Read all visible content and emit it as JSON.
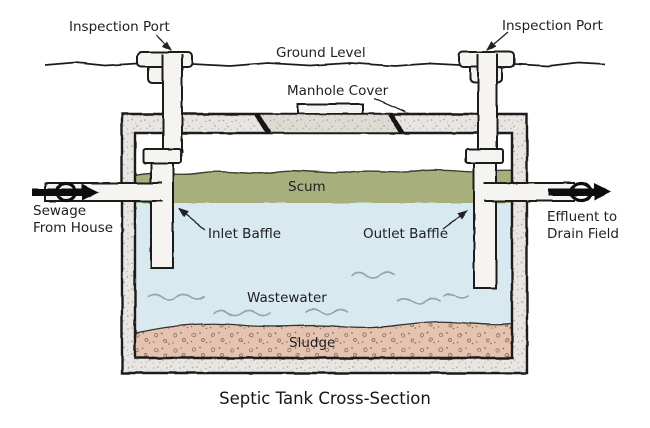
{
  "figure": {
    "title": "Septic Tank Cross-Section"
  },
  "labels": {
    "inspection_port_left": "Inspection Port",
    "inspection_port_right": "Inspection Port",
    "ground_level": "Ground Level",
    "manhole_cover": "Manhole Cover",
    "scum": "Scum",
    "inlet_baffle": "Inlet Baffle",
    "outlet_baffle": "Outlet Baffle",
    "sewage_source_line1": "Sewage",
    "sewage_source_line2": "From House",
    "wastewater": "Wastewater",
    "sludge": "Sludge",
    "effluent_dest_line1": "Effluent to",
    "effluent_dest_line2": "Drain Field"
  },
  "colors": {
    "scum": "#a7b07b",
    "wastewater": "#d8e9ef",
    "sludge": "#e4c3b0",
    "tank_wall": "#e9e6e1",
    "pipe": "#f5f4f1",
    "outline": "#1c1c1c",
    "wave": "#8ba7af",
    "flow_arrow": "#111111",
    "text": "#1f1f1f"
  }
}
